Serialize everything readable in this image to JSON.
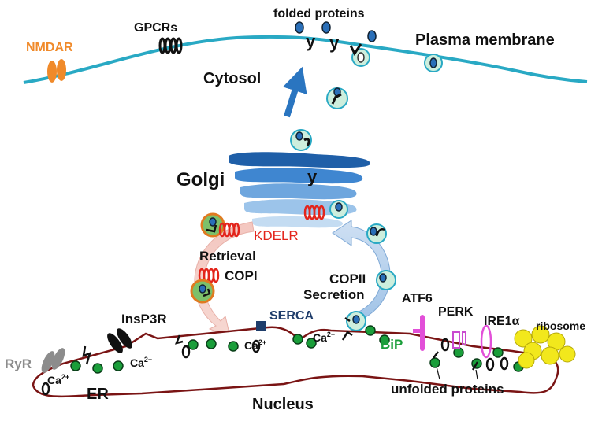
{
  "labels": {
    "folded_proteins": "folded proteins",
    "gpcrs": "GPCRs",
    "nmdar": "NMDAR",
    "plasma_membrane": "Plasma membrane",
    "cytosol": "Cytosol",
    "golgi": "Golgi",
    "kdelr": "KDELR",
    "retrieval": "Retrieval",
    "copi": "COPI",
    "copii": "COPII",
    "secretion": "Secretion",
    "serca": "SERCA",
    "atf6": "ATF6",
    "perk": "PERK",
    "ire1": "IRE1α",
    "ribosome": "ribosome",
    "insp3r": "InsP3R",
    "ryr": "RyR",
    "ca2_a": "Ca",
    "ca2_b": "Ca",
    "ca2_c": "Ca",
    "ca2_d": "Ca",
    "ca_sup": "2+",
    "bip": "BiP",
    "er": "ER",
    "unfolded_proteins": "unfolded proteins",
    "nucleus": "Nucleus",
    "y1": "y",
    "y2": "y",
    "y3": "y"
  },
  "colors": {
    "membrane": "#29a9c4",
    "nmdar": "#f08a2a",
    "kdelr": "#e3241b",
    "serca": "#1f3d6b",
    "er_outline": "#7a1414",
    "bip_green": "#1a9e3a",
    "atf6": "#e24fd8",
    "perk": "#c94bd0",
    "ribosome": "#f2e81c",
    "golgi_dark": "#1f5fa8",
    "golgi_mid": "#3f86d0",
    "golgi_light": "#9cc4ea",
    "arrow_blue": "#2a75c0",
    "vesicle_fill": "#cdeedd",
    "ryr_gray": "#8c8c8c"
  }
}
